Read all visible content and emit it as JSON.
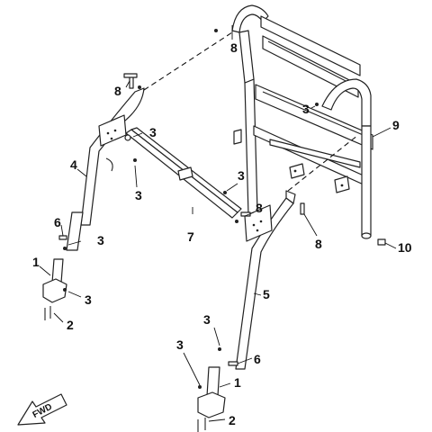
{
  "diagram": {
    "fwd_label": "FWD",
    "callouts": [
      {
        "id": "c8a",
        "text": "8"
      },
      {
        "id": "c3a",
        "text": "3"
      },
      {
        "id": "c4",
        "text": "4"
      },
      {
        "id": "c8b",
        "text": "8"
      },
      {
        "id": "c3b",
        "text": "3"
      },
      {
        "id": "c6a",
        "text": "6"
      },
      {
        "id": "c3c",
        "text": "3"
      },
      {
        "id": "c1a",
        "text": "1"
      },
      {
        "id": "c3d",
        "text": "3"
      },
      {
        "id": "c2a",
        "text": "2"
      },
      {
        "id": "c3e",
        "text": "3"
      },
      {
        "id": "c7",
        "text": "7"
      },
      {
        "id": "c8c",
        "text": "8"
      },
      {
        "id": "c3f",
        "text": "3"
      },
      {
        "id": "c8d",
        "text": "8"
      },
      {
        "id": "c9",
        "text": "9"
      },
      {
        "id": "c3g",
        "text": "3"
      },
      {
        "id": "c10",
        "text": "10"
      },
      {
        "id": "c5",
        "text": "5"
      },
      {
        "id": "c3h",
        "text": "3"
      },
      {
        "id": "c3i",
        "text": "3"
      },
      {
        "id": "c6b",
        "text": "6"
      },
      {
        "id": "c1b",
        "text": "1"
      },
      {
        "id": "c2b",
        "text": "2"
      }
    ]
  }
}
